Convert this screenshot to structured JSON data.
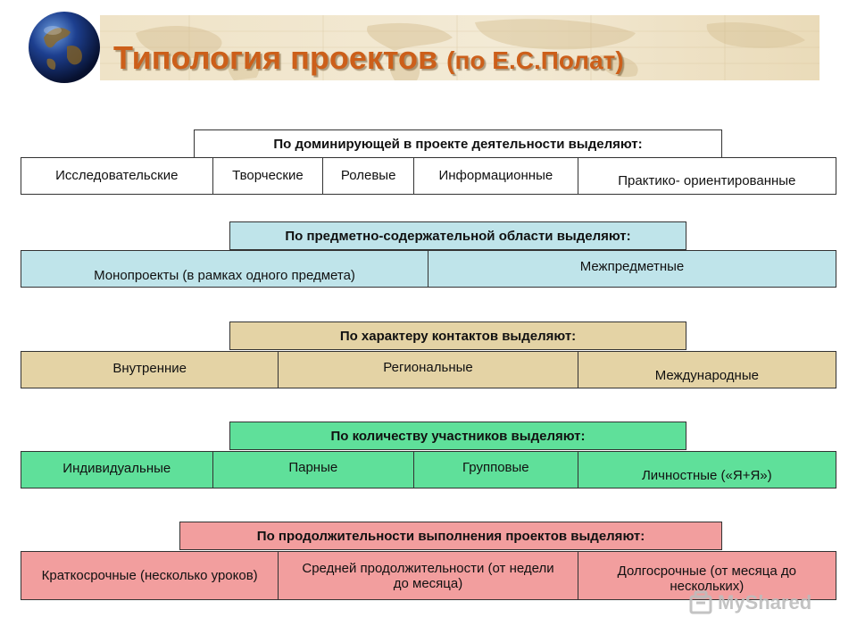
{
  "title": {
    "main": "Типология проектов",
    "author": "(по Е.С.Полат)"
  },
  "sections": [
    {
      "header": "По доминирующей в проекте деятельности выделяют:",
      "color": "#ffffff",
      "items": [
        "Исследовательские",
        "Творческие",
        "Ролевые",
        "Информационные",
        "Практико- ориентированные"
      ]
    },
    {
      "header": "По предметно-содержательной области выделяют:",
      "color": "#bfe4ea",
      "items": [
        "Монопроекты (в рамках одного предмета)",
        "Межпредметные"
      ]
    },
    {
      "header": "По характеру контактов выделяют:",
      "color": "#e4d3a5",
      "items": [
        "Внутренние",
        "Региональные",
        "Международные"
      ]
    },
    {
      "header": "По количеству участников выделяют:",
      "color": "#5fe09a",
      "items": [
        "Индивидуальные",
        "Парные",
        "Групповые",
        "Личностные («Я+Я»)"
      ]
    },
    {
      "header": "По продолжительности выполнения проектов выделяют:",
      "color": "#f29e9e",
      "items": [
        "Краткосрочные (несколько уроков)",
        "Средней продолжительности (от недели до месяца)",
        "Долгосрочные (от месяца до нескольких)"
      ]
    }
  ],
  "watermark": "MyShared",
  "icons": {
    "globe": "globe-icon",
    "watermark_logo": "myshared-logo-icon"
  }
}
